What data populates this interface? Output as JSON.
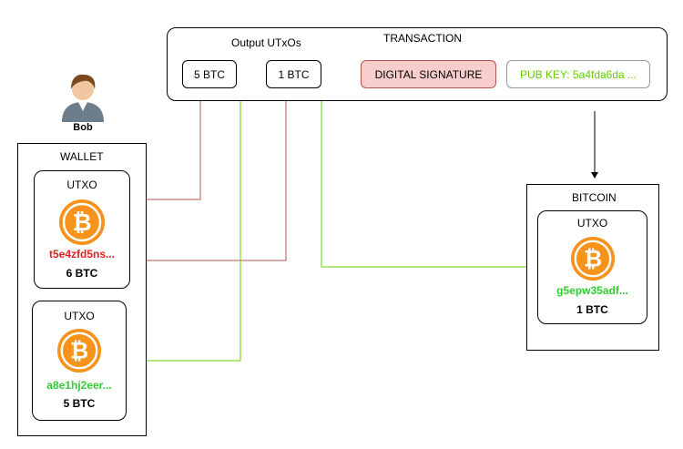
{
  "person": {
    "name": "Bob"
  },
  "transaction": {
    "title": "TRANSACTION",
    "outputs_label": "Output UTxOs",
    "outputs": [
      "5 BTC",
      "1 BTC"
    ],
    "signature": "DIGITAL SIGNATURE",
    "pubkey": "PUB KEY: 5a4fda6da ..."
  },
  "wallet": {
    "title": "WALLET",
    "utxos": [
      {
        "label": "UTXO",
        "id": "t5e4zfd5ns...",
        "amount": "6 BTC"
      },
      {
        "label": "UTXO",
        "id": "a8e1hj2eer...",
        "amount": "5 BTC"
      }
    ]
  },
  "bitcoin": {
    "title": "BITCOIN",
    "utxo": {
      "label": "UTXO",
      "id": "g5epw35adf...",
      "amount": "1 BTC"
    }
  },
  "colors": {
    "spent_id": "#e02020",
    "new_id": "#33cc33",
    "red_arrow": "#b85450",
    "green_arrow": "#66cc00",
    "signature_fill": "#f8cecc",
    "signature_border": "#b85450",
    "pubkey_text": "#66cc00",
    "coin_orange": "#f7931a"
  },
  "icons": {
    "person": "user-avatar-icon",
    "coin": "bitcoin-coin-icon"
  }
}
